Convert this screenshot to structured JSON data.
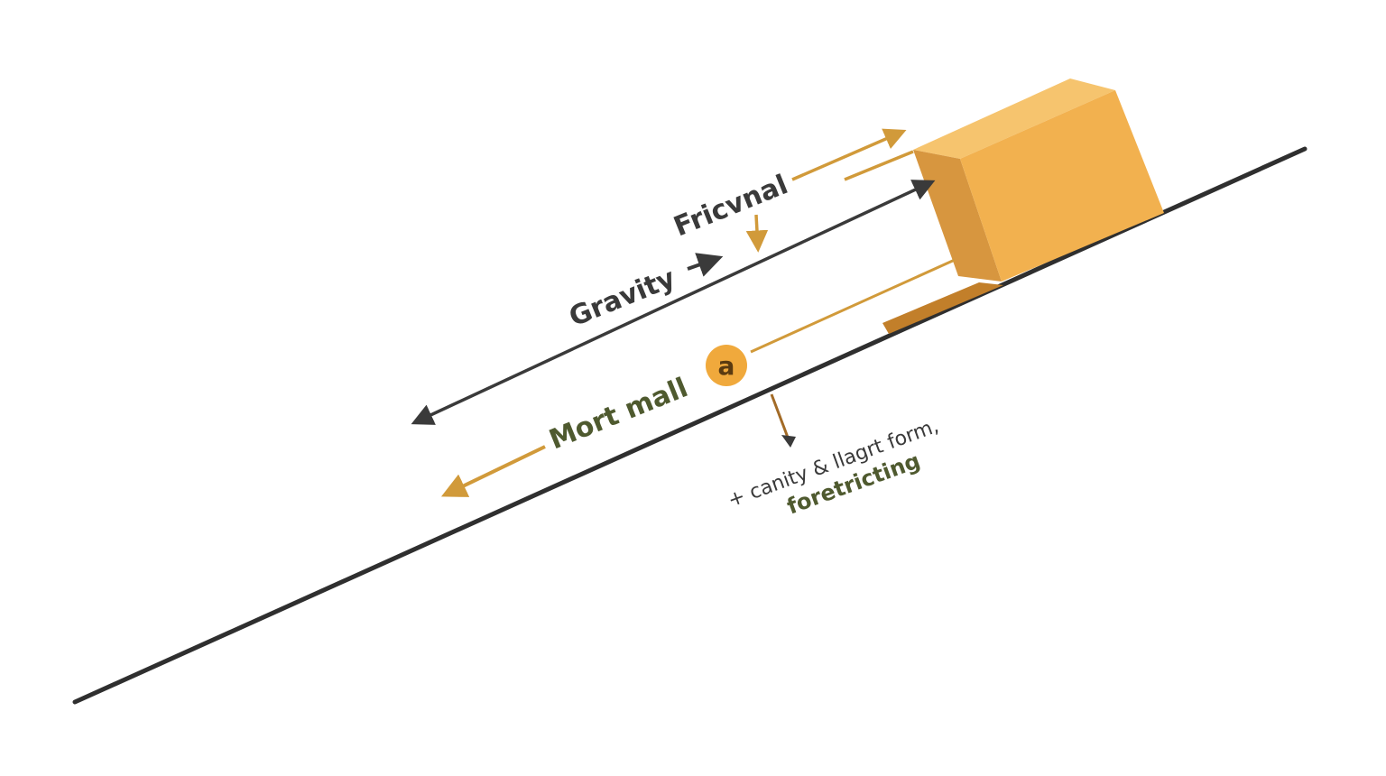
{
  "labels": {
    "friction": "Fricvnal",
    "gravity": "Gravity",
    "motion": "Mort mall",
    "badge": "a",
    "note_line1": "+ canity & llagrt form,",
    "note_line2": "foretricting"
  },
  "colors": {
    "incline": "#2f2f2f",
    "dark_arrow": "#3a3a3a",
    "orange_arrow": "#d19a3a",
    "block_front": "#f2b14f",
    "block_top": "#f6c46e",
    "block_side": "#d7963f",
    "block_base": "#c27f2a",
    "badge_fill": "#f0a93c",
    "label_dark": "#3a3a3a",
    "label_olive": "#4f5a2f"
  },
  "icons": {
    "block": "wooden-block",
    "badge": "acceleration-badge"
  }
}
